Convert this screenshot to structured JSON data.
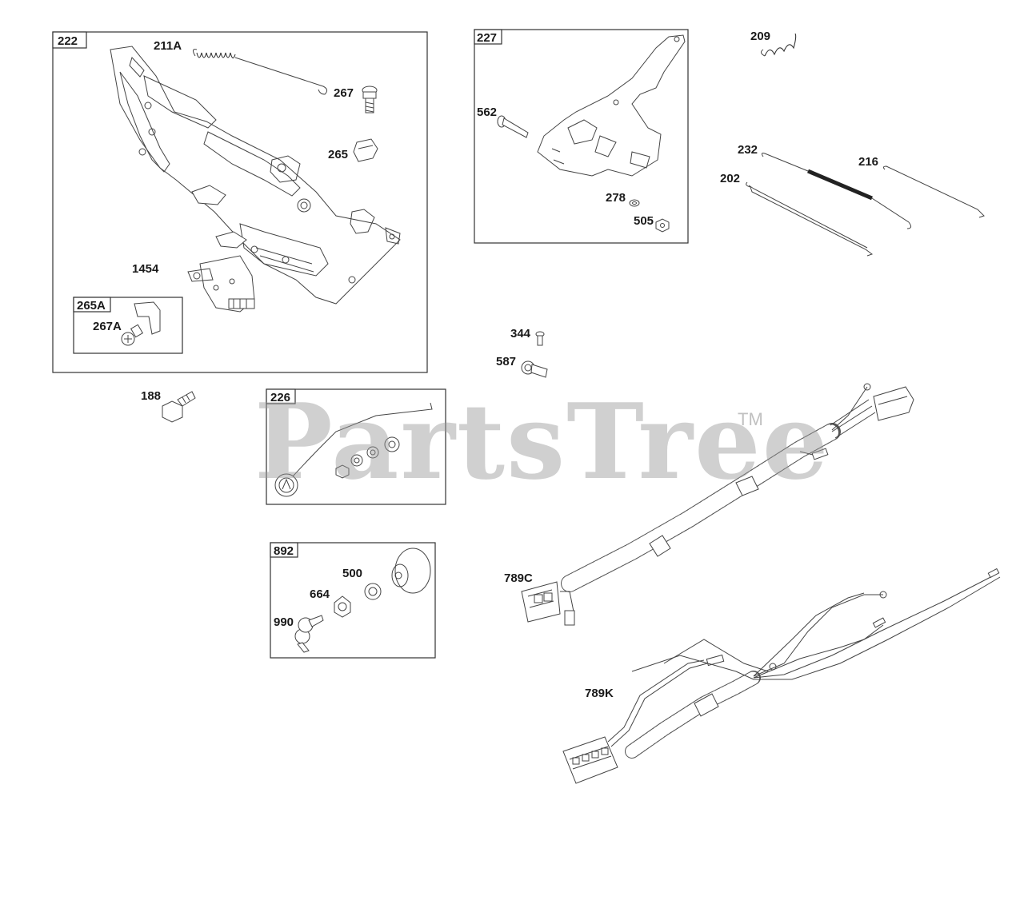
{
  "watermark": {
    "text": "PartsTree",
    "tm": "TM"
  },
  "groups": {
    "g222": "222",
    "g265A": "265A",
    "g227": "227",
    "g226": "226",
    "g892": "892"
  },
  "parts": {
    "p211A": "211A",
    "p267": "267",
    "p265": "265",
    "p1454": "1454",
    "p267A": "267A",
    "p562": "562",
    "p278": "278",
    "p505": "505",
    "p209": "209",
    "p232": "232",
    "p216": "216",
    "p202": "202",
    "p344": "344",
    "p587": "587",
    "p188": "188",
    "p789C": "789C",
    "p789K": "789K",
    "p500": "500",
    "p664": "664",
    "p990": "990"
  }
}
